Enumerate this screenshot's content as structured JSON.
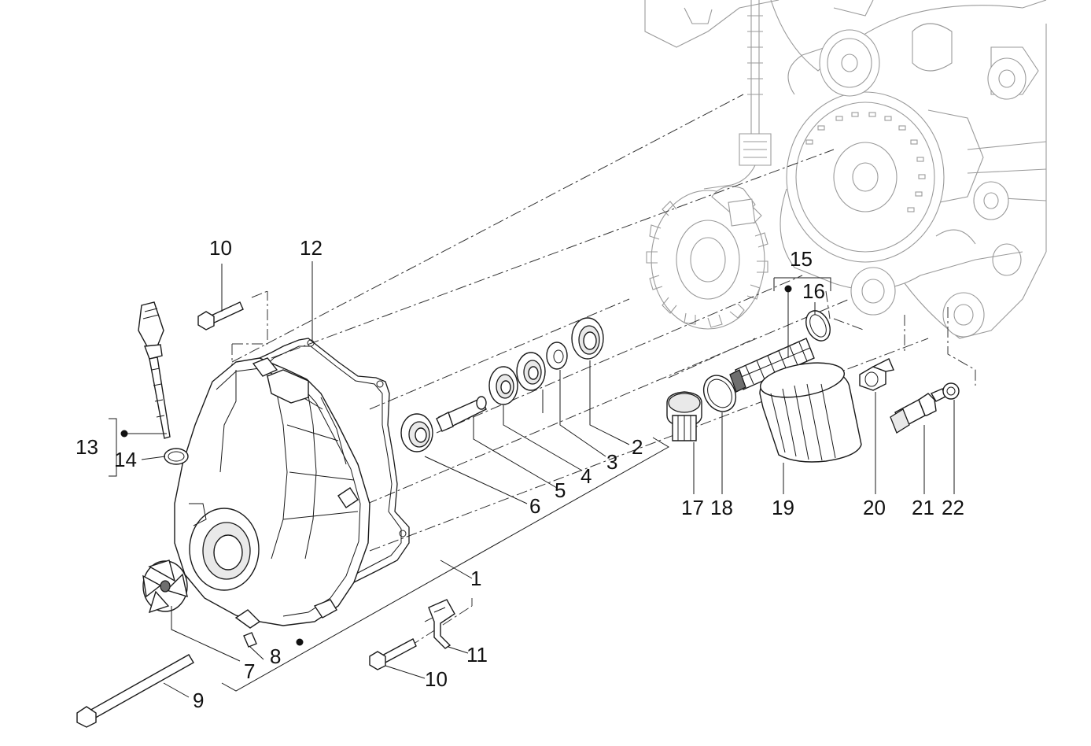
{
  "diagram": {
    "callouts": [
      {
        "id": "1",
        "label": "1"
      },
      {
        "id": "2",
        "label": "2"
      },
      {
        "id": "3",
        "label": "3"
      },
      {
        "id": "4",
        "label": "4"
      },
      {
        "id": "5",
        "label": "5"
      },
      {
        "id": "6",
        "label": "6"
      },
      {
        "id": "7",
        "label": "7"
      },
      {
        "id": "8",
        "label": "8"
      },
      {
        "id": "9",
        "label": "9"
      },
      {
        "id": "10a",
        "label": "10"
      },
      {
        "id": "10b",
        "label": "10"
      },
      {
        "id": "11",
        "label": "11"
      },
      {
        "id": "12",
        "label": "12"
      },
      {
        "id": "13",
        "label": "13"
      },
      {
        "id": "14",
        "label": "14"
      },
      {
        "id": "15",
        "label": "15"
      },
      {
        "id": "16",
        "label": "16"
      },
      {
        "id": "17",
        "label": "17"
      },
      {
        "id": "18",
        "label": "18"
      },
      {
        "id": "19",
        "label": "19"
      },
      {
        "id": "20",
        "label": "20"
      },
      {
        "id": "21",
        "label": "21"
      },
      {
        "id": "22",
        "label": "22"
      }
    ]
  }
}
